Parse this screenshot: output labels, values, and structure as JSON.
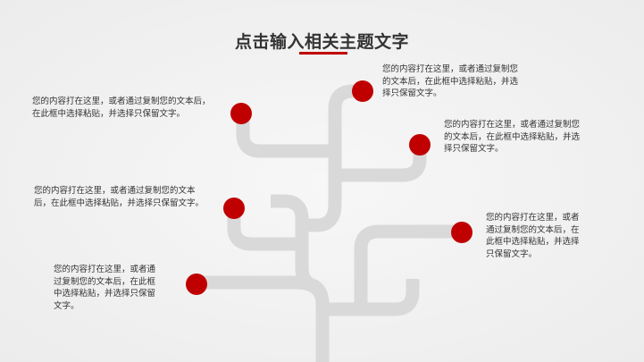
{
  "title": "点击输入相关主题文字",
  "colors": {
    "accent": "#c00000",
    "branch": "#d9d9d9",
    "text": "#333333"
  },
  "text_blocks": [
    {
      "lines": [
        "您的内容打在这里，或者通过复制您的文本后，",
        "在此框中选择粘贴，并选择只保留文字。"
      ]
    },
    {
      "lines": [
        "您的内容打在这里，或者通过复制您",
        "的文本后，在此框中选择粘贴，并选",
        "择只保留文字。"
      ]
    },
    {
      "lines": [
        "您的内容打在这里，或者通过复制您",
        "的文本后，在此框中选择粘贴，并选",
        "择只保留文字。"
      ]
    },
    {
      "lines": [
        "您的内容打在这里，或者通过复制您的文本",
        "后，在此框中选择粘贴，并选择只保留文字。"
      ]
    },
    {
      "lines": [
        "您的内容打在这里，或者",
        "通过复制您的文本后，在",
        "此框中选择粘贴，并选择",
        "只保留文字。"
      ]
    },
    {
      "lines": [
        "您的内容打在这里，或者通",
        "过复制您的文本后，在此框",
        "中选择粘贴，并选择只保留",
        "文字。"
      ]
    }
  ]
}
